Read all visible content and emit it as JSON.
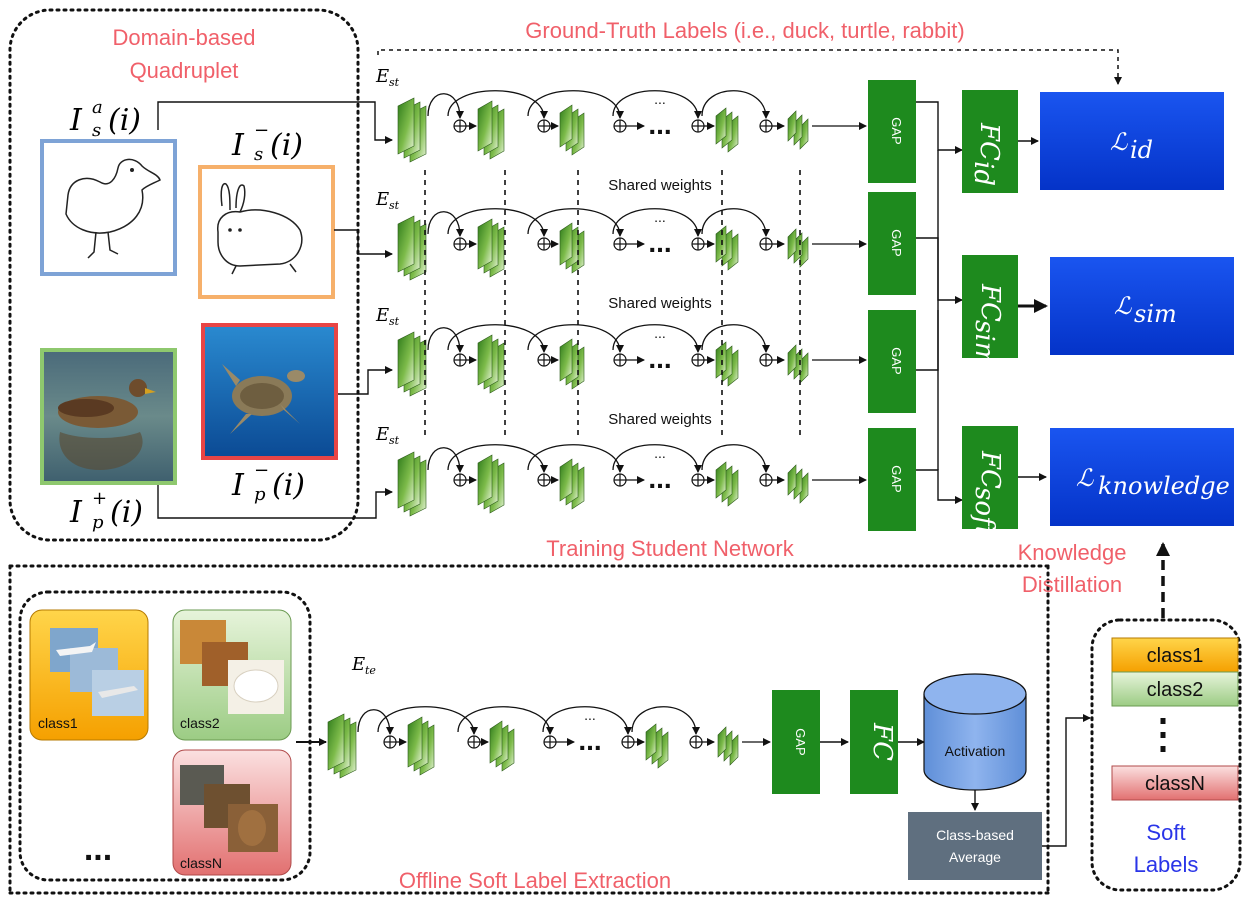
{
  "labels": {
    "ground_truth": "Ground-Truth Labels (i.e., duck, turtle, rabbit)",
    "domain_quadruplet_1": "Domain-based",
    "domain_quadruplet_2": "Quadruplet",
    "training": "Training Student Network",
    "kd_1": "Knowledge",
    "kd_2": "Distillation",
    "offline": "Offline Soft Label Extraction",
    "soft_1": "Soft",
    "soft_2": "Labels",
    "shared": "Shared weights",
    "dots": "...",
    "ellipsis_big": "...",
    "gap": "GAP",
    "activation": "Activation",
    "class_avg_1": "Class-based",
    "class_avg_2": "Average"
  },
  "math": {
    "Isa_base": "I",
    "Isa_sub": "s",
    "Isa_sup": "a",
    "Isa_arg": "(i)",
    "Isn_base": "I",
    "Isn_sub": "s",
    "Isn_sup": "−",
    "Isn_arg": "(i)",
    "Ipn_base": "I",
    "Ipn_sub": "p",
    "Ipn_sup": "−",
    "Ipn_arg": "(i)",
    "Ipp_base": "I",
    "Ipp_sub": "p",
    "Ipp_sup": "+",
    "Ipp_arg": "(i)",
    "Est_base": "E",
    "Est_sub": "st",
    "Ete_base": "E",
    "Ete_sub": "te",
    "FC_base": "FC",
    "FCid_sub": "id",
    "FCsim_sub": "sim",
    "FCsoft_sub": "soft",
    "L_base": "ℒ",
    "Lid_sub": "id",
    "Lsim_sub": "sim",
    "Lknow_sub": "knowledge"
  },
  "classes": {
    "c1": "class1",
    "c2": "class2",
    "cn": "classN"
  },
  "colors": {
    "accent_red": "#f0606a",
    "green_block": "#1e8a1e",
    "loss_blue": "#0a3fe0",
    "soft_blue": "#2a35e8"
  }
}
